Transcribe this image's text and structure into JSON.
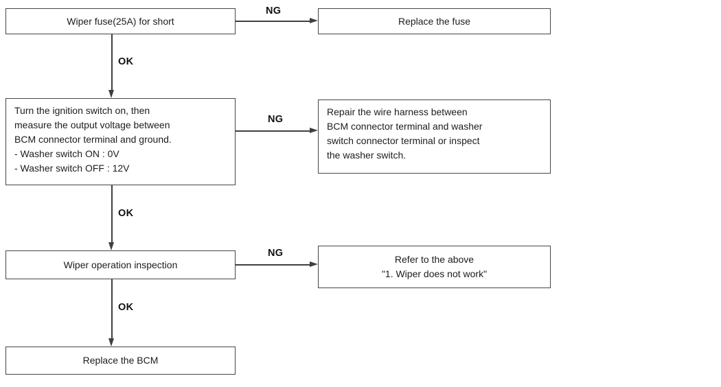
{
  "colors": {
    "background": "#ffffff",
    "box_border": "#454545",
    "line": "#3f3f3f",
    "text": "#1c1c1c",
    "label": "#111111"
  },
  "flowchart": {
    "nodes": {
      "step1": "Wiper fuse(25A) for short",
      "result1": "Replace the fuse",
      "step2": "Turn the ignition switch on, then\nmeasure the output voltage between\nBCM connector terminal and ground.\n- Washer switch ON : 0V\n- Washer switch OFF : 12V",
      "result2": "Repair the wire harness between\nBCM connector terminal and washer\nswitch connector terminal or inspect\nthe washer switch.",
      "step3": "Wiper operation inspection",
      "result3": "Refer to the above\n\"1. Wiper does not work\"",
      "step4": "Replace the BCM"
    },
    "edge_labels": {
      "ng1": "NG",
      "ok1": "OK",
      "ng2": "NG",
      "ok2": "OK",
      "ng3": "NG",
      "ok3": "OK"
    }
  }
}
